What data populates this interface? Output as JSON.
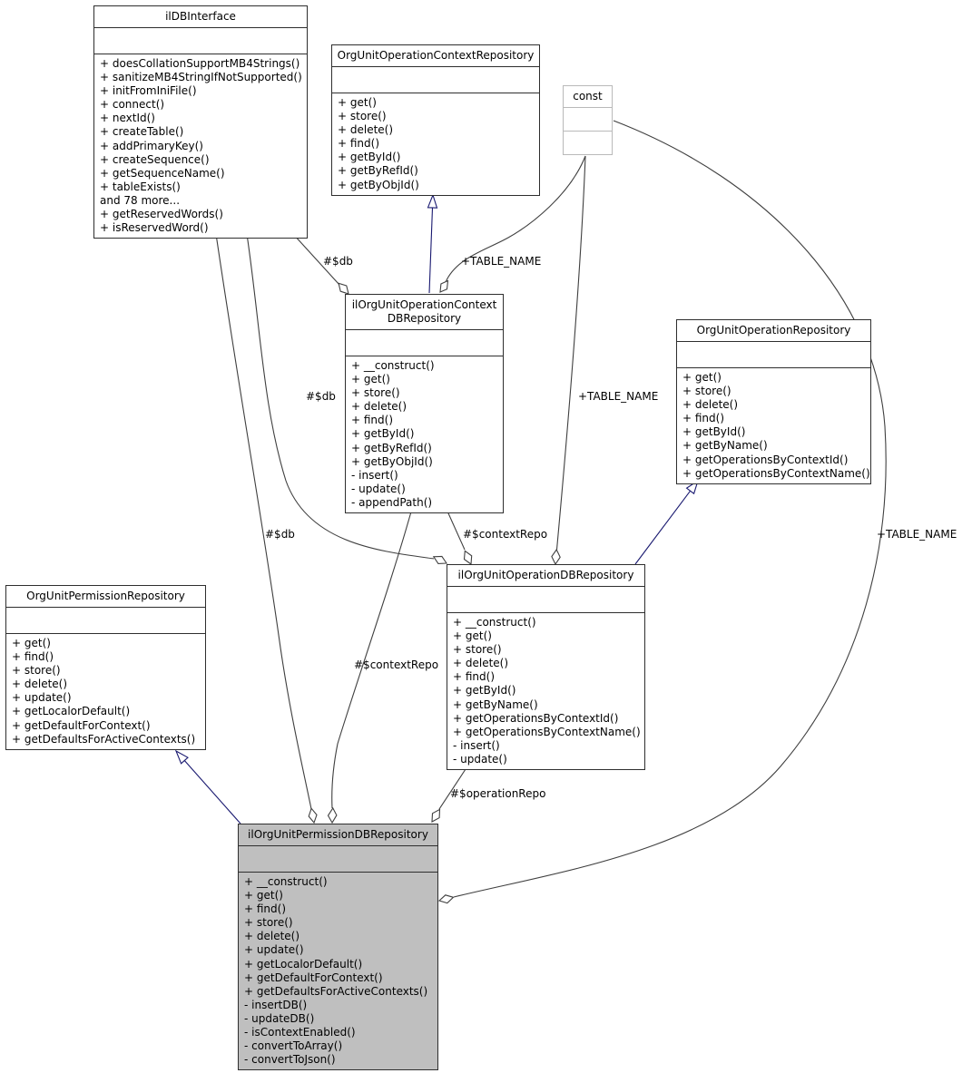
{
  "diagram": {
    "title": "ilOrgUnitPermissionDBRepository collaboration diagram",
    "colors": {
      "inheritance_edge": "#191970",
      "aggregation_edge": "#3f3f3f",
      "highlight_fill": "#bfbfbf",
      "box_border": "#2e2e2e",
      "undocumented_box_border": "#b9b9b9"
    },
    "classes": [
      {
        "name": "ilDBInterface",
        "title": "ilDBInterface",
        "methods": [
          "+ doesCollationSupportMB4Strings()",
          "+ sanitizeMB4StringIfNotSupported()",
          "+ initFromIniFile()",
          "+ connect()",
          "+ nextId()",
          "+ createTable()",
          "+ addPrimaryKey()",
          "+ createSequence()",
          "+ getSequenceName()",
          "+ tableExists()",
          "and 78 more...",
          "+ getReservedWords()",
          "+ isReservedWord()"
        ]
      },
      {
        "name": "OrgUnitOperationContextRepository",
        "title": "OrgUnitOperationContextRepository",
        "methods": [
          "+ get()",
          "+ store()",
          "+ delete()",
          "+ find()",
          "+ getById()",
          "+ getByRefId()",
          "+ getByObjId()"
        ]
      },
      {
        "name": "const",
        "title": "const",
        "methods": []
      },
      {
        "name": "ilOrgUnitOperationContextDBRepository",
        "title": "ilOrgUnitOperationContext\nDBRepository",
        "methods": [
          "+ __construct()",
          "+ get()",
          "+ store()",
          "+ delete()",
          "+ find()",
          "+ getById()",
          "+ getByRefId()",
          "+ getByObjId()",
          "- insert()",
          "- update()",
          "- appendPath()"
        ]
      },
      {
        "name": "OrgUnitOperationRepository",
        "title": "OrgUnitOperationRepository",
        "methods": [
          "+ get()",
          "+ store()",
          "+ delete()",
          "+ find()",
          "+ getById()",
          "+ getByName()",
          "+ getOperationsByContextId()",
          "+ getOperationsByContextName()"
        ]
      },
      {
        "name": "OrgUnitPermissionRepository",
        "title": "OrgUnitPermissionRepository",
        "methods": [
          "+ get()",
          "+ find()",
          "+ store()",
          "+ delete()",
          "+ update()",
          "+ getLocalorDefault()",
          "+ getDefaultForContext()",
          "+ getDefaultsForActiveContexts()"
        ]
      },
      {
        "name": "ilOrgUnitOperationDBRepository",
        "title": "ilOrgUnitOperationDBRepository",
        "methods": [
          "+ __construct()",
          "+ get()",
          "+ store()",
          "+ delete()",
          "+ find()",
          "+ getById()",
          "+ getByName()",
          "+ getOperationsByContextId()",
          "+ getOperationsByContextName()",
          "- insert()",
          "- update()"
        ]
      },
      {
        "name": "ilOrgUnitPermissionDBRepository",
        "title": "ilOrgUnitPermissionDBRepository",
        "highlighted": true,
        "methods": [
          "+ __construct()",
          "+ get()",
          "+ find()",
          "+ store()",
          "+ delete()",
          "+ update()",
          "+ getLocalorDefault()",
          "+ getDefaultForContext()",
          "+ getDefaultsForActiveContexts()",
          "- insertDB()",
          "- updateDB()",
          "- isContextEnabled()",
          "- convertToArray()",
          "- convertToJson()"
        ]
      }
    ],
    "edge_labels": [
      {
        "text": "#$db"
      },
      {
        "text": "+TABLE_NAME"
      },
      {
        "text": "#$db"
      },
      {
        "text": "+TABLE_NAME"
      },
      {
        "text": "#$db"
      },
      {
        "text": "#$contextRepo"
      },
      {
        "text": "+TABLE_NAME"
      },
      {
        "text": "#$contextRepo"
      },
      {
        "text": "#$operationRepo"
      }
    ],
    "relationships": [
      {
        "from": "ilOrgUnitOperationContextDBRepository",
        "to": "OrgUnitOperationContextRepository",
        "type": "inheritance"
      },
      {
        "from": "ilOrgUnitOperationDBRepository",
        "to": "OrgUnitOperationRepository",
        "type": "inheritance"
      },
      {
        "from": "ilOrgUnitPermissionDBRepository",
        "to": "OrgUnitPermissionRepository",
        "type": "inheritance"
      },
      {
        "from": "ilOrgUnitOperationContextDBRepository",
        "to": "ilDBInterface",
        "type": "aggregation",
        "label": "#$db"
      },
      {
        "from": "ilOrgUnitOperationDBRepository",
        "to": "ilDBInterface",
        "type": "aggregation",
        "label": "#$db"
      },
      {
        "from": "ilOrgUnitPermissionDBRepository",
        "to": "ilDBInterface",
        "type": "aggregation",
        "label": "#$db"
      },
      {
        "from": "ilOrgUnitOperationContextDBRepository",
        "to": "const",
        "type": "aggregation",
        "label": "+TABLE_NAME"
      },
      {
        "from": "ilOrgUnitOperationDBRepository",
        "to": "const",
        "type": "aggregation",
        "label": "+TABLE_NAME"
      },
      {
        "from": "ilOrgUnitPermissionDBRepository",
        "to": "const",
        "type": "aggregation",
        "label": "+TABLE_NAME"
      },
      {
        "from": "ilOrgUnitOperationDBRepository",
        "to": "ilOrgUnitOperationContextDBRepository",
        "type": "aggregation",
        "label": "#$contextRepo"
      },
      {
        "from": "ilOrgUnitPermissionDBRepository",
        "to": "ilOrgUnitOperationContextDBRepository",
        "type": "aggregation",
        "label": "#$contextRepo"
      },
      {
        "from": "ilOrgUnitPermissionDBRepository",
        "to": "ilOrgUnitOperationDBRepository",
        "type": "aggregation",
        "label": "#$operationRepo"
      }
    ]
  }
}
